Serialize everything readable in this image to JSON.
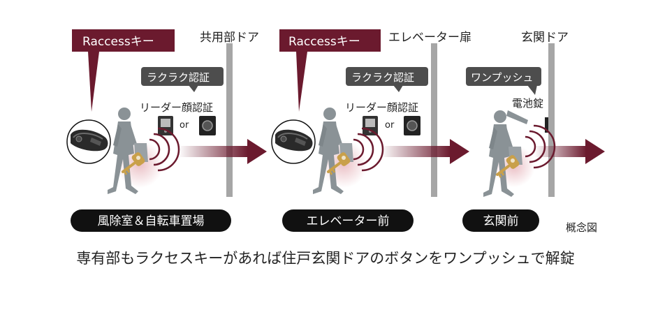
{
  "stages": [
    {
      "key_label": "Raccessキー",
      "door_label": "共用部ドア",
      "auth_label": "ラクラク認証",
      "reader_label": "リーダー顔認証",
      "or_text": "or",
      "location": "風除室＆自転車置場"
    },
    {
      "key_label": "Raccessキー",
      "door_label": "エレベーター扉",
      "auth_label": "ラクラク認証",
      "reader_label": "リーダー顔認証",
      "or_text": "or",
      "location": "エレベーター前"
    },
    {
      "door_label": "玄関ドア",
      "auth_label": "ワンプッシュ",
      "lock_label": "電池錠",
      "location": "玄関前"
    }
  ],
  "concept_label": "概念図",
  "caption": "専有部もラクセスキーがあれば住戸玄関ドアのボタンをワンプッシュで解錠",
  "colors": {
    "maroon": "#6b1a2e",
    "bubble_gray": "#4d4d4d",
    "figure_gray": "#8a9296",
    "door_gray": "#a6a6a6",
    "pill_black": "#111111"
  }
}
